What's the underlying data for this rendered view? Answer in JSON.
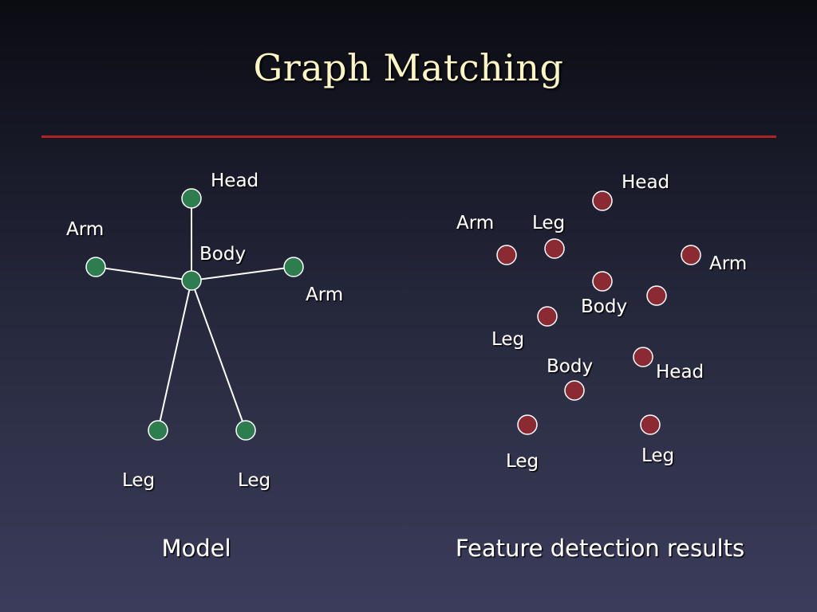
{
  "title": "Graph Matching",
  "colors": {
    "title": "#fbf6c2",
    "rule": "#b22222",
    "model_node": "#2e7d4f",
    "detection_node": "#8b2a33",
    "node_stroke": "#ffffff",
    "edge": "#ffffff"
  },
  "model": {
    "caption": "Model",
    "nodes": [
      {
        "id": "head",
        "label": "Head"
      },
      {
        "id": "body",
        "label": "Body"
      },
      {
        "id": "arm_left",
        "label": "Arm"
      },
      {
        "id": "arm_right",
        "label": "Arm"
      },
      {
        "id": "leg_left",
        "label": "Leg"
      },
      {
        "id": "leg_right",
        "label": "Leg"
      }
    ],
    "edges": [
      [
        "body",
        "head"
      ],
      [
        "body",
        "arm_left"
      ],
      [
        "body",
        "arm_right"
      ],
      [
        "body",
        "leg_left"
      ],
      [
        "body",
        "leg_right"
      ]
    ]
  },
  "detections": {
    "caption": "Feature detection results",
    "nodes": [
      {
        "id": "d_head_1",
        "label": "Head"
      },
      {
        "id": "d_arm_1",
        "label": "Arm"
      },
      {
        "id": "d_leg_1",
        "label": "Leg"
      },
      {
        "id": "d_arm_2",
        "label": "Arm"
      },
      {
        "id": "d_body_1",
        "label": "Body"
      },
      {
        "id": "d_unlabeled",
        "label": ""
      },
      {
        "id": "d_leg_2",
        "label": "Leg"
      },
      {
        "id": "d_head_2",
        "label": "Head"
      },
      {
        "id": "d_body_2",
        "label": "Body"
      },
      {
        "id": "d_leg_3",
        "label": "Leg"
      },
      {
        "id": "d_leg_4",
        "label": "Leg"
      }
    ]
  }
}
